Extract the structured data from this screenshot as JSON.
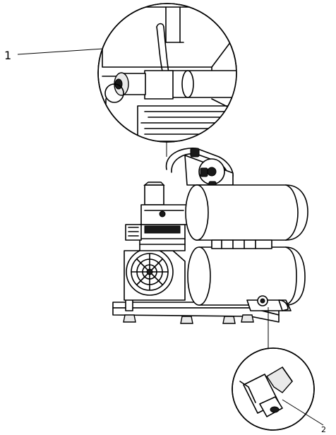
{
  "figure": {
    "callouts": [
      {
        "id": "1",
        "label": "1"
      },
      {
        "id": "2",
        "label": "2"
      }
    ],
    "icon_names": [
      "compressor-illustration",
      "detail-zoom-circle",
      "drain-valve-detail"
    ]
  }
}
